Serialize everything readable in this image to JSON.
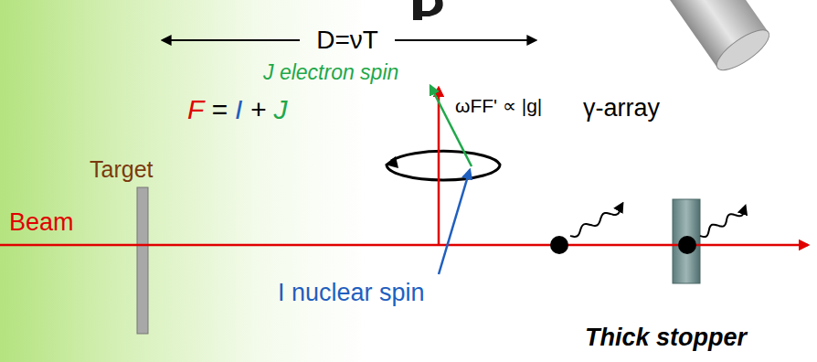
{
  "diagram": {
    "labels": [
      "D=νT",
      "J electron spin",
      "F = I + J",
      "ωFF' ∝ |g|",
      "γ-array",
      "Target",
      "Beam",
      "I nuclear spin",
      "Thick stopper"
    ]
  }
}
